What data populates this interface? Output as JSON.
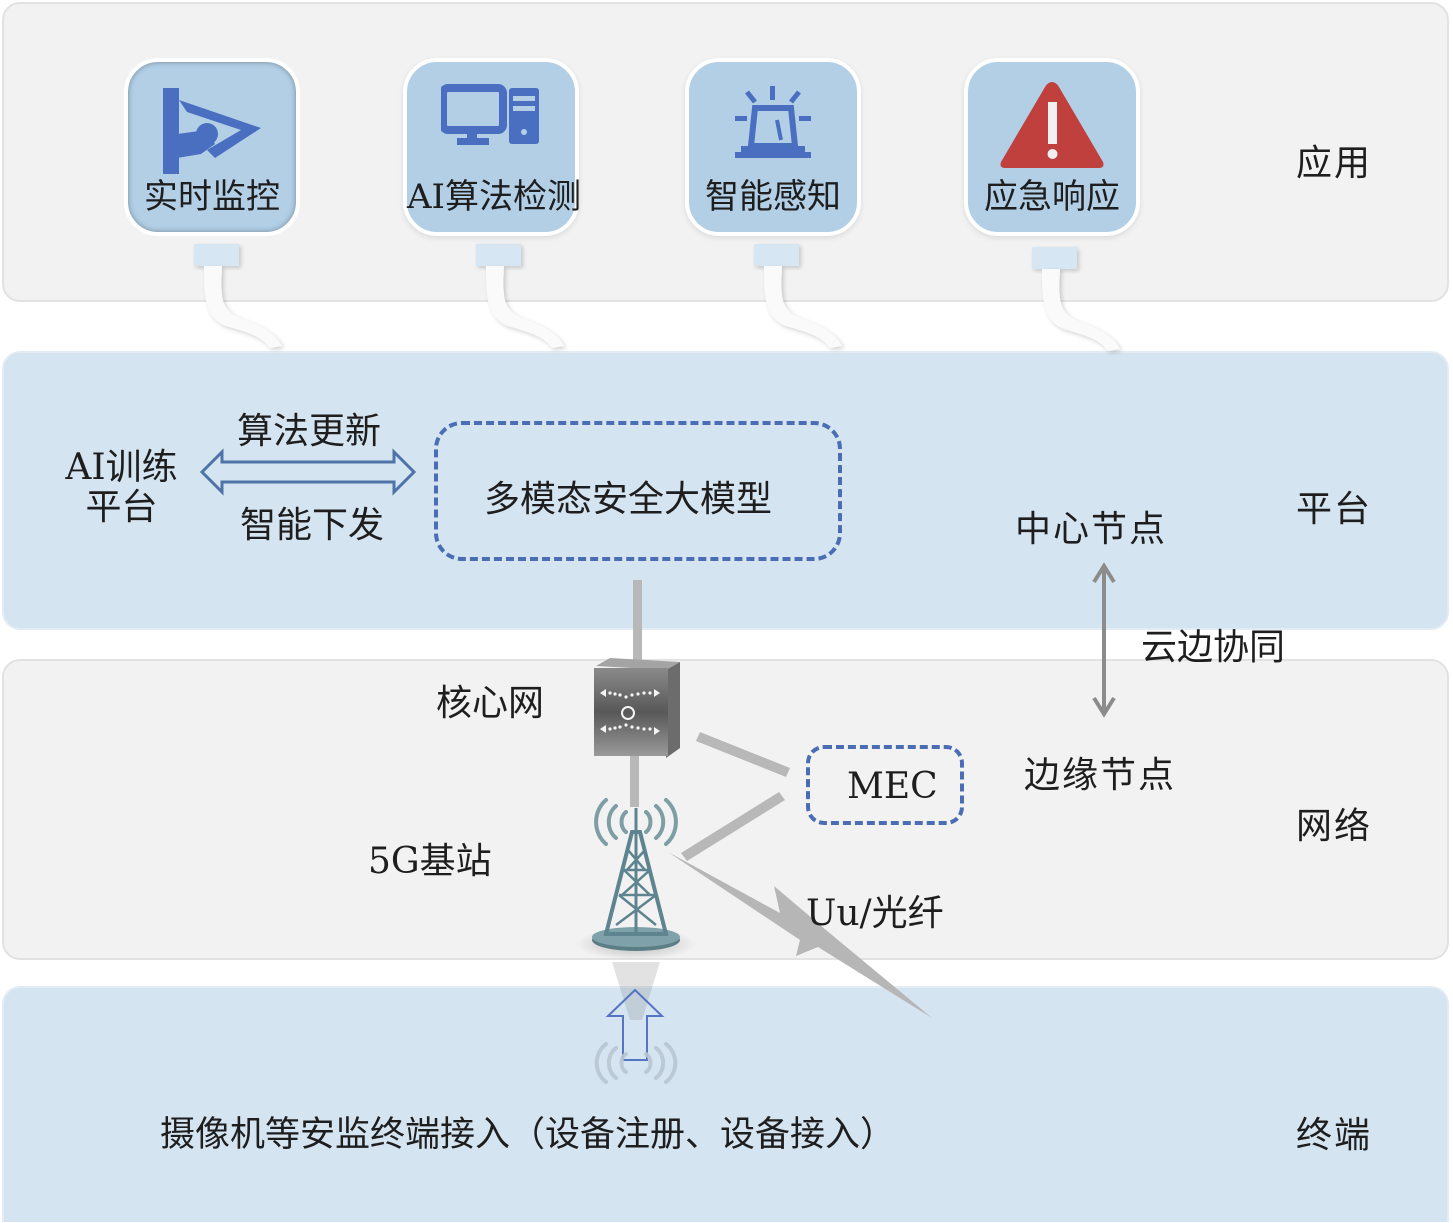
{
  "layers": {
    "application": {
      "label": "应用"
    },
    "platform": {
      "label": "平台"
    },
    "network": {
      "label": "网络"
    },
    "terminal": {
      "label": "终端"
    }
  },
  "applications": [
    {
      "label": "实时监控",
      "icon": "surveillance-camera-icon"
    },
    {
      "label": "AI算法检测",
      "icon": "computer-icon"
    },
    {
      "label": "智能感知",
      "icon": "alarm-light-icon"
    },
    {
      "label": "应急响应",
      "icon": "warning-triangle-icon"
    }
  ],
  "platform": {
    "training_platform_line1": "AI训练",
    "training_platform_line2": "平台",
    "arrow_top_label": "算法更新",
    "arrow_bottom_label": "智能下发",
    "model_box_label": "多模态安全大模型",
    "center_node": "中心节点",
    "cloud_edge_label": "云边协同"
  },
  "network": {
    "core_network": "核心网",
    "base_station": "5G基站",
    "mec": "MEC",
    "edge_node": "边缘节点",
    "link_label": "Uu/光纤"
  },
  "terminal": {
    "access_text": "摄像机等安监终端接入（设备注册、设备接入）"
  },
  "colors": {
    "icon_blue": "#4a6fc1",
    "alert_red": "#c0403d",
    "tile_fill": "#b2cfe6",
    "blue_layer": "#d5e4f1",
    "gray_layer": "#f2f2f2",
    "dash_blue": "#4a6db4",
    "connector_gray": "#b8b8b8"
  }
}
